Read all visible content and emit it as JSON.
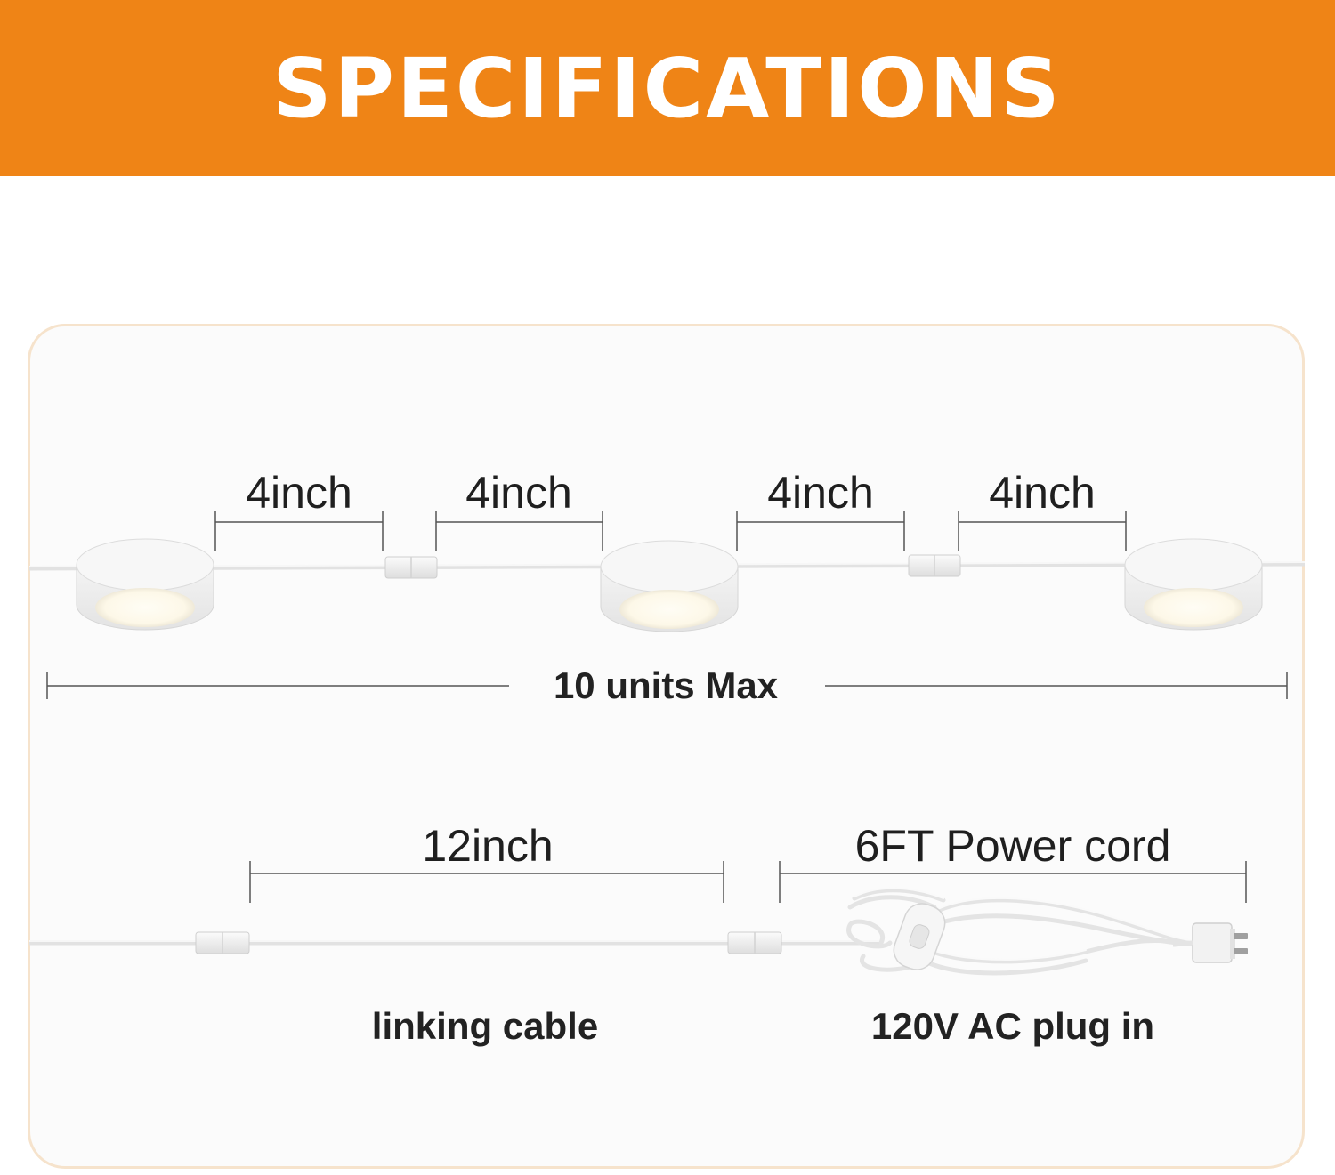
{
  "header": {
    "title": "SPECIFICATIONS",
    "background": "#ef8416"
  },
  "dimensions": {
    "spacing_labels": [
      "4inch",
      "4inch",
      "4inch",
      "4inch"
    ],
    "max_units": "10 units Max",
    "linking_cable_length": "12inch",
    "power_cord_length": "6FT Power cord"
  },
  "captions": {
    "linking_cable": "linking cable",
    "power_plug": "120V AC plug in"
  },
  "icons": [
    "puck-light-icon",
    "connector-icon",
    "power-switch-icon",
    "ac-plug-icon"
  ],
  "colors": {
    "accent": "#ef8416",
    "panel_border": "#f6e3cc",
    "text": "#222222",
    "light_glow": "#fdfaf0"
  }
}
